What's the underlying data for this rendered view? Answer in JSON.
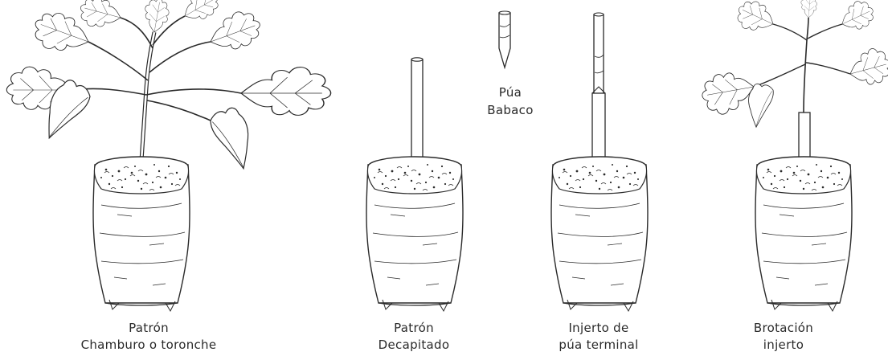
{
  "stages": [
    {
      "line1": "Patrón",
      "line2": "Chamburo o toronche"
    },
    {
      "line1": "Patrón",
      "line2": "Decapitado"
    },
    {
      "line1": "Injerto de",
      "line2": "púa terminal"
    },
    {
      "line1": "Brotación",
      "line2": "injerto"
    }
  ],
  "scion": {
    "line1": "Púa",
    "line2": "Babaco"
  },
  "colors": {
    "ink": "#2a2a2a",
    "background": "#ffffff"
  }
}
